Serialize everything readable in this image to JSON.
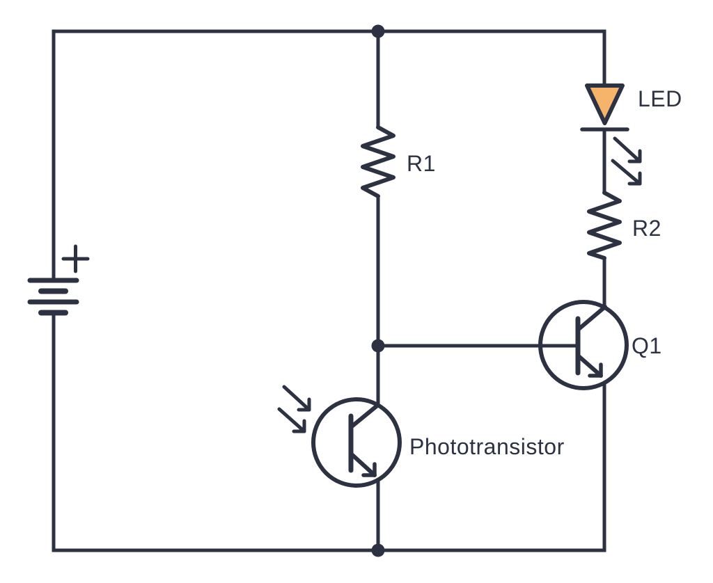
{
  "diagram": {
    "kind": "circuit-schematic",
    "background": "#ffffff",
    "colors": {
      "wire": "#2d3243",
      "led_fill": "#f6b36a"
    },
    "components": {
      "battery": {
        "type": "battery",
        "polarity_label": "+"
      },
      "r1": {
        "type": "resistor",
        "label": "R1"
      },
      "r2": {
        "type": "resistor",
        "label": "R2"
      },
      "led": {
        "type": "led",
        "label": "LED"
      },
      "q1": {
        "type": "npn-transistor",
        "label": "Q1"
      },
      "phototransistor": {
        "type": "phototransistor",
        "label": "Phototransistor"
      }
    }
  }
}
